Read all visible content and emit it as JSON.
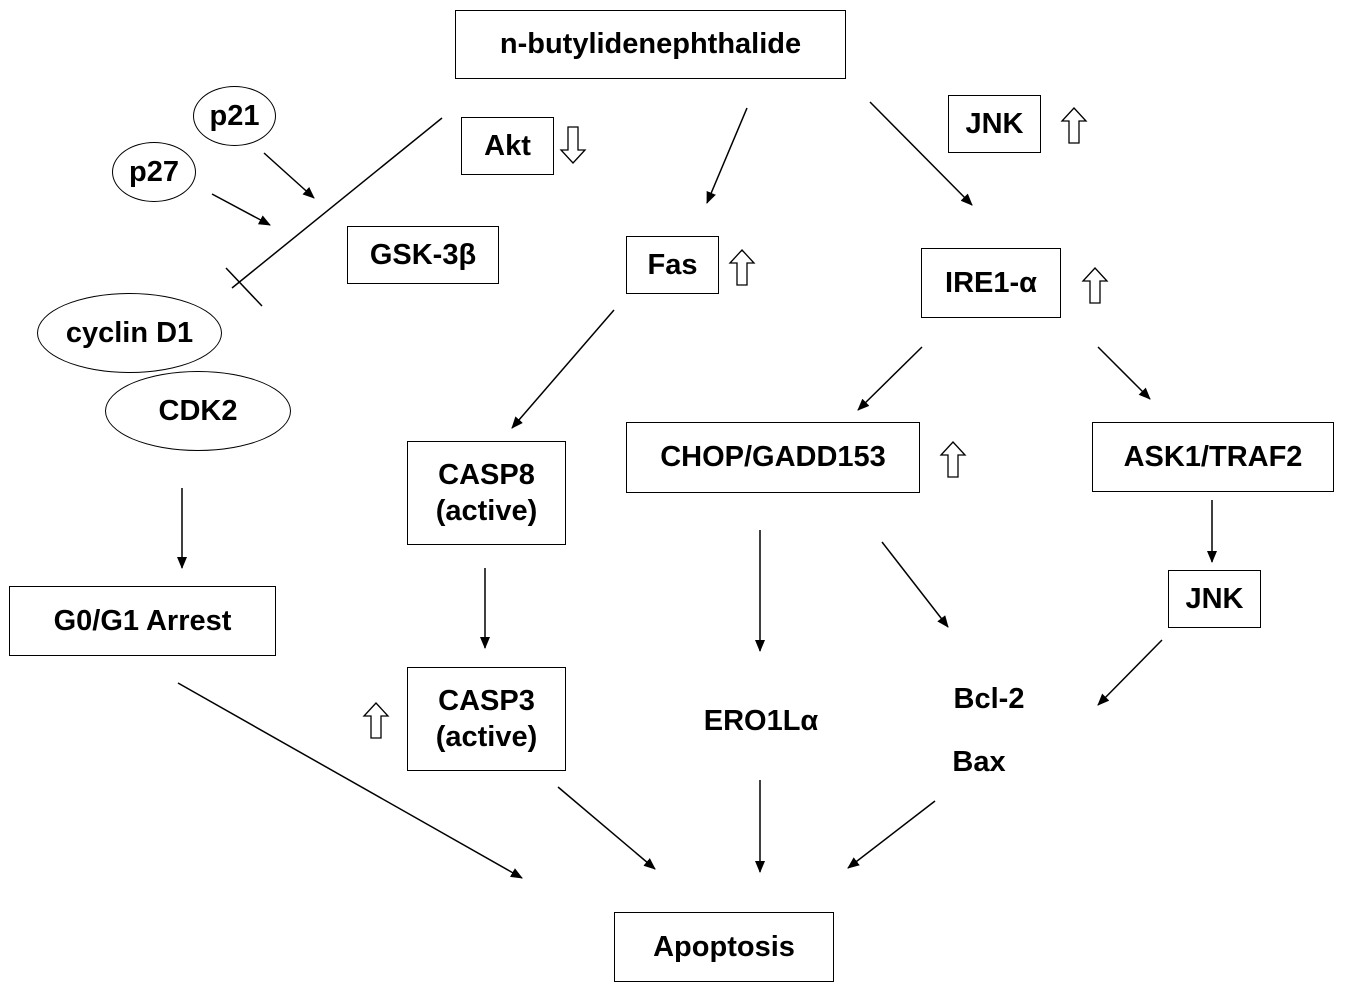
{
  "nodes": {
    "drug": "n-butylidenephthalide",
    "akt": "Akt",
    "jnk_top": "JNK",
    "p21": "p21",
    "p27": "p27",
    "gsk": "GSK-3β",
    "fas": "Fas",
    "ire1": "IRE1-α",
    "cyclin": "cyclin D1",
    "cdk2": "CDK2",
    "casp8_line1": "CASP8",
    "casp8_line2": "(active)",
    "chop": "CHOP/GADD153",
    "ask1": "ASK1/TRAF2",
    "jnk_bottom": "JNK",
    "g0g1": "G0/G1 Arrest",
    "casp3_line1": "CASP3",
    "casp3_line2": "(active)",
    "ero1": "ERO1Lα",
    "bcl2": "Bcl-2",
    "bax": "Bax",
    "apoptosis": "Apoptosis"
  },
  "regulation_indicators": [
    {
      "target": "Akt",
      "direction": "down",
      "icon": "hollow-down-arrow-icon"
    },
    {
      "target": "JNK",
      "direction": "up",
      "icon": "hollow-up-arrow-icon"
    },
    {
      "target": "Fas",
      "direction": "up",
      "icon": "hollow-up-arrow-icon"
    },
    {
      "target": "IRE1-α",
      "direction": "up",
      "icon": "hollow-up-arrow-icon"
    },
    {
      "target": "CHOP/GADD153",
      "direction": "up",
      "icon": "hollow-up-arrow-icon"
    },
    {
      "target": "CASP3 (active)",
      "direction": "up",
      "icon": "hollow-up-arrow-icon"
    }
  ],
  "colors": {
    "ink": "#000000",
    "background": "#ffffff"
  }
}
